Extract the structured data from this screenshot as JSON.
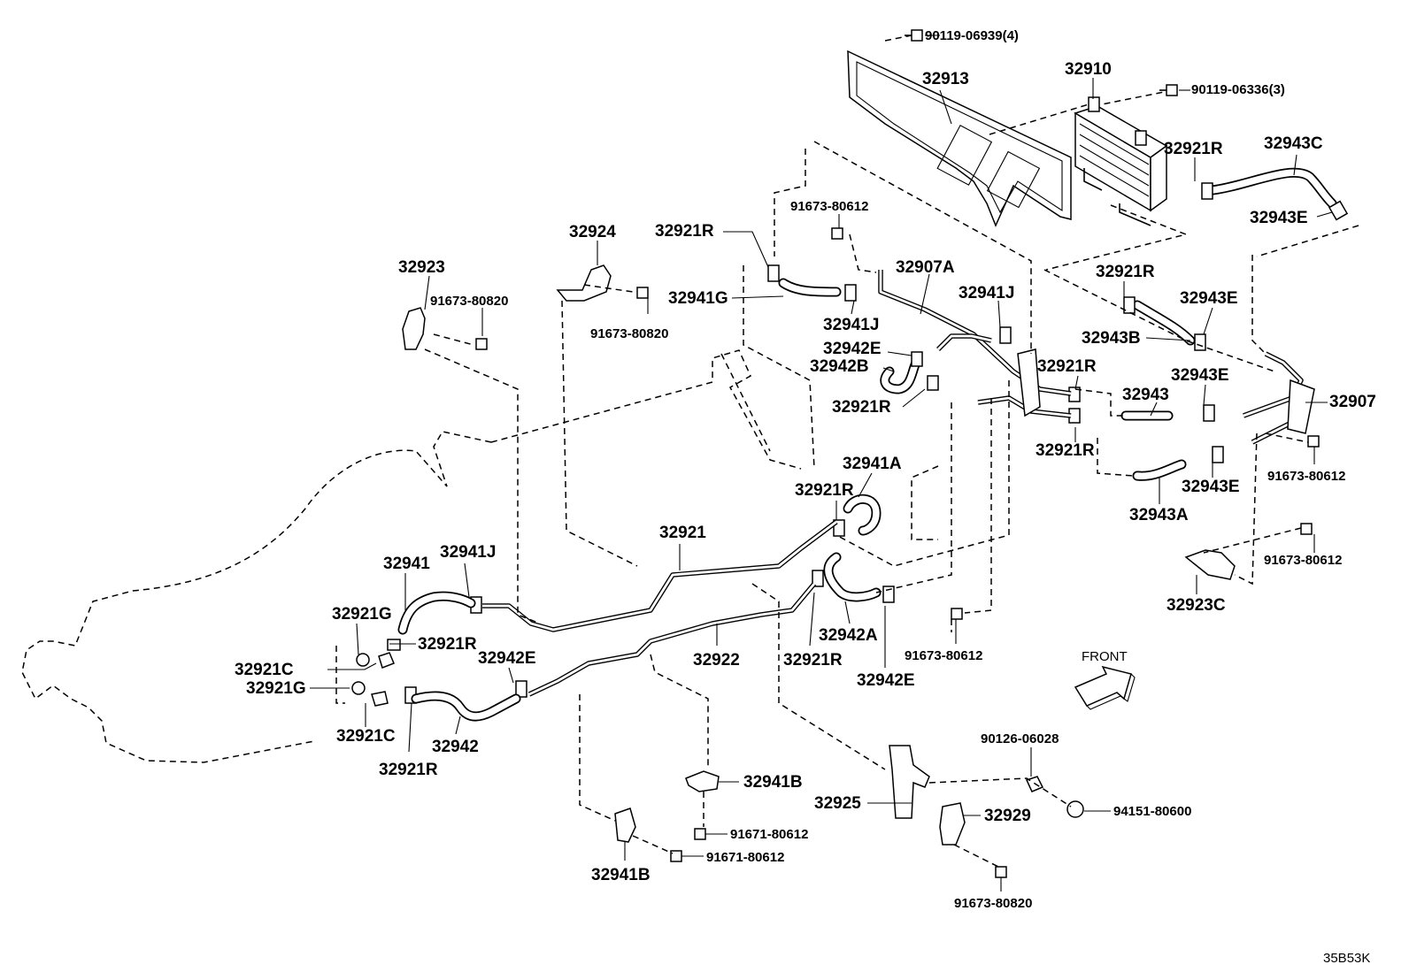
{
  "diagram": {
    "code": "35B53K",
    "front_label": "FRONT",
    "labels": [
      {
        "id": "l01",
        "text": "90119-06939(4)"
      },
      {
        "id": "l02",
        "text": "32913"
      },
      {
        "id": "l03",
        "text": "32910"
      },
      {
        "id": "l04",
        "text": "90119-06336(3)"
      },
      {
        "id": "l05",
        "text": "32921R"
      },
      {
        "id": "l06",
        "text": "32943C"
      },
      {
        "id": "l07",
        "text": "32943E"
      },
      {
        "id": "l08",
        "text": "91673-80612"
      },
      {
        "id": "l09",
        "text": "32921R"
      },
      {
        "id": "l10",
        "text": "32924"
      },
      {
        "id": "l11",
        "text": "32923"
      },
      {
        "id": "l12",
        "text": "91673-80820"
      },
      {
        "id": "l13",
        "text": "91673-80820"
      },
      {
        "id": "l14",
        "text": "32941G"
      },
      {
        "id": "l15",
        "text": "32907A"
      },
      {
        "id": "l16",
        "text": "32941J"
      },
      {
        "id": "l17",
        "text": "32941J"
      },
      {
        "id": "l18",
        "text": "32942E"
      },
      {
        "id": "l19",
        "text": "32942B"
      },
      {
        "id": "l20",
        "text": "32921R"
      },
      {
        "id": "l21",
        "text": "32921R"
      },
      {
        "id": "l22",
        "text": "32943E"
      },
      {
        "id": "l23",
        "text": "32943B"
      },
      {
        "id": "l24",
        "text": "32921R"
      },
      {
        "id": "l25",
        "text": "32943E"
      },
      {
        "id": "l26",
        "text": "32943"
      },
      {
        "id": "l27",
        "text": "32907"
      },
      {
        "id": "l28",
        "text": "32921R"
      },
      {
        "id": "l29",
        "text": "91673-80612"
      },
      {
        "id": "l30",
        "text": "32943E"
      },
      {
        "id": "l31",
        "text": "32943A"
      },
      {
        "id": "l32",
        "text": "32941A"
      },
      {
        "id": "l33",
        "text": "32921R"
      },
      {
        "id": "l34",
        "text": "91673-80612"
      },
      {
        "id": "l35",
        "text": "32923C"
      },
      {
        "id": "l36",
        "text": "32921"
      },
      {
        "id": "l37",
        "text": "32941"
      },
      {
        "id": "l38",
        "text": "32941J"
      },
      {
        "id": "l39",
        "text": "32921G"
      },
      {
        "id": "l40",
        "text": "32921R"
      },
      {
        "id": "l41",
        "text": "32921C"
      },
      {
        "id": "l42",
        "text": "32921G"
      },
      {
        "id": "l43",
        "text": "32942E"
      },
      {
        "id": "l44",
        "text": "32922"
      },
      {
        "id": "l45",
        "text": "32921R"
      },
      {
        "id": "l46",
        "text": "32942A"
      },
      {
        "id": "l47",
        "text": "32942E"
      },
      {
        "id": "l48",
        "text": "91673-80612"
      },
      {
        "id": "l49",
        "text": "32921C"
      },
      {
        "id": "l50",
        "text": "32942"
      },
      {
        "id": "l51",
        "text": "32921R"
      },
      {
        "id": "l52",
        "text": "90126-06028"
      },
      {
        "id": "l53",
        "text": "32941B"
      },
      {
        "id": "l54",
        "text": "32925"
      },
      {
        "id": "l55",
        "text": "32929"
      },
      {
        "id": "l56",
        "text": "94151-80600"
      },
      {
        "id": "l57",
        "text": "91671-80612"
      },
      {
        "id": "l58",
        "text": "91671-80612"
      },
      {
        "id": "l59",
        "text": "32941B"
      },
      {
        "id": "l60",
        "text": "91673-80820"
      }
    ]
  }
}
